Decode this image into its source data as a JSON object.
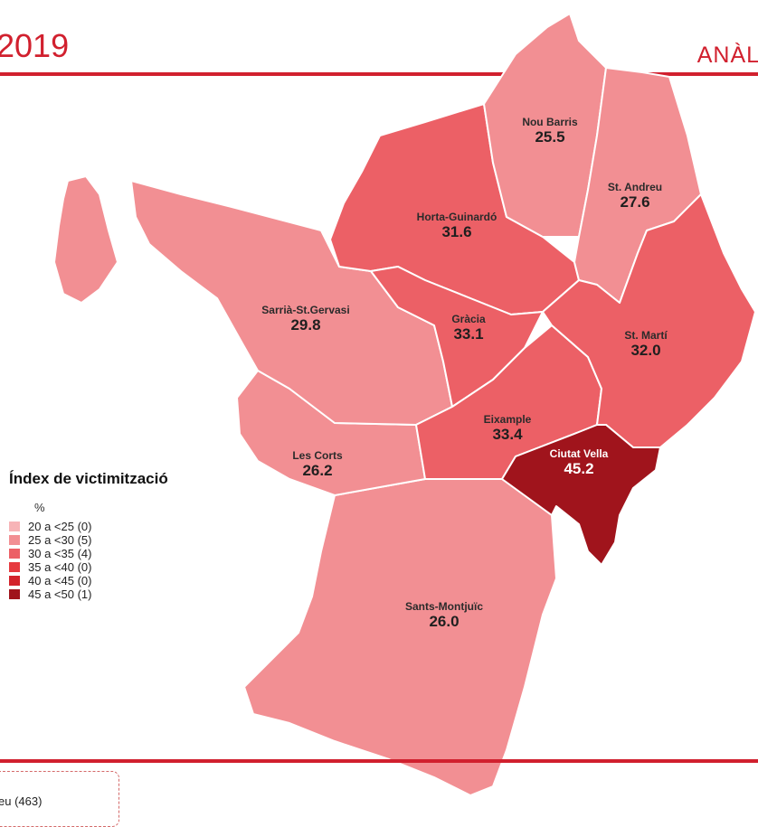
{
  "header": {
    "left": "2019",
    "right": "ANÀLI"
  },
  "legend": {
    "title": "Índex de victimització",
    "unit": "%",
    "items": [
      {
        "label": "20 a <25 (0)",
        "color": "#f7b4b7"
      },
      {
        "label": "25 a <30 (5)",
        "color": "#f28f93"
      },
      {
        "label": "30 a <35 (4)",
        "color": "#ec6066"
      },
      {
        "label": "35 a <40 (0)",
        "color": "#e63a3f"
      },
      {
        "label": "40 a <45 (0)",
        "color": "#d3232b"
      },
      {
        "label": "45 a <50 (1)",
        "color": "#a0141c"
      }
    ]
  },
  "districts": [
    {
      "name": "Nou Barris",
      "value": "25.5",
      "color": "#f28f93"
    },
    {
      "name": "St. Andreu",
      "value": "27.6",
      "color": "#f28f93"
    },
    {
      "name": "Horta-Guinardó",
      "value": "31.6",
      "color": "#ec6066"
    },
    {
      "name": "Sarrià-St.Gervasi",
      "value": "29.8",
      "color": "#f28f93"
    },
    {
      "name": "Gràcia",
      "value": "33.1",
      "color": "#ec6066"
    },
    {
      "name": "St. Martí",
      "value": "32.0",
      "color": "#ec6066"
    },
    {
      "name": "Eixample",
      "value": "33.4",
      "color": "#ec6066"
    },
    {
      "name": "Ciutat Vella",
      "value": "45.2",
      "color": "#a0141c"
    },
    {
      "name": "Les Corts",
      "value": "26.2",
      "color": "#f28f93"
    },
    {
      "name": "Sants-Montjuïc",
      "value": "26.0",
      "color": "#f28f93"
    }
  ],
  "footer_note": "eu (463)"
}
